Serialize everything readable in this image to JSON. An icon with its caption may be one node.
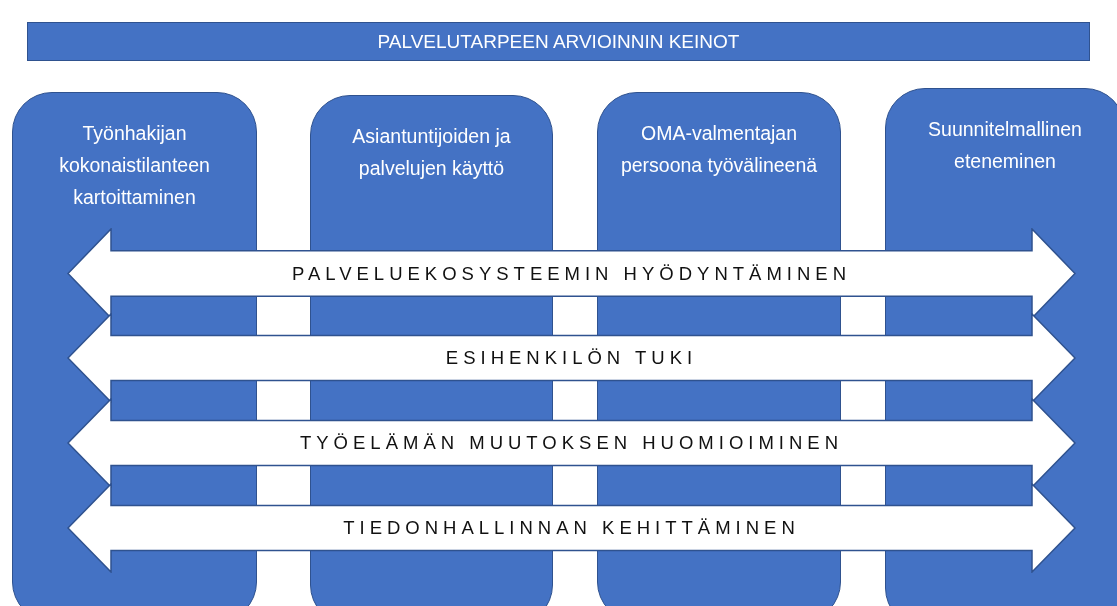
{
  "diagram": {
    "nodes": [
      {
        "text": [
          "PALVELUTARPEEN ARVIOINNIN KEINOT"
        ]
      },
      {
        "text": [
          "Työnhakijan kokonaistilanteen kartoittaminen"
        ]
      },
      {
        "text": [
          "Asiantuntijoiden ja palvelujen käyttö"
        ]
      },
      {
        "text": [
          "OMA-valmentajan persoona työvälineenä"
        ]
      },
      {
        "text": [
          "Suunnitelmallinen eteneminen"
        ]
      },
      {
        "text": [
          "PALVELUEKOSYSTEEMIN HYÖDYNTÄMINEN"
        ]
      },
      {
        "text": [
          "ESIHENKILÖN TUKI"
        ]
      },
      {
        "text": [
          "TYÖELÄMÄN MUUTOKSEN HUOMIOIMINEN"
        ]
      },
      {
        "text": [
          "TIEDONHALLINNAN KEHITTÄMINEN"
        ]
      }
    ],
    "edges": []
  }
}
